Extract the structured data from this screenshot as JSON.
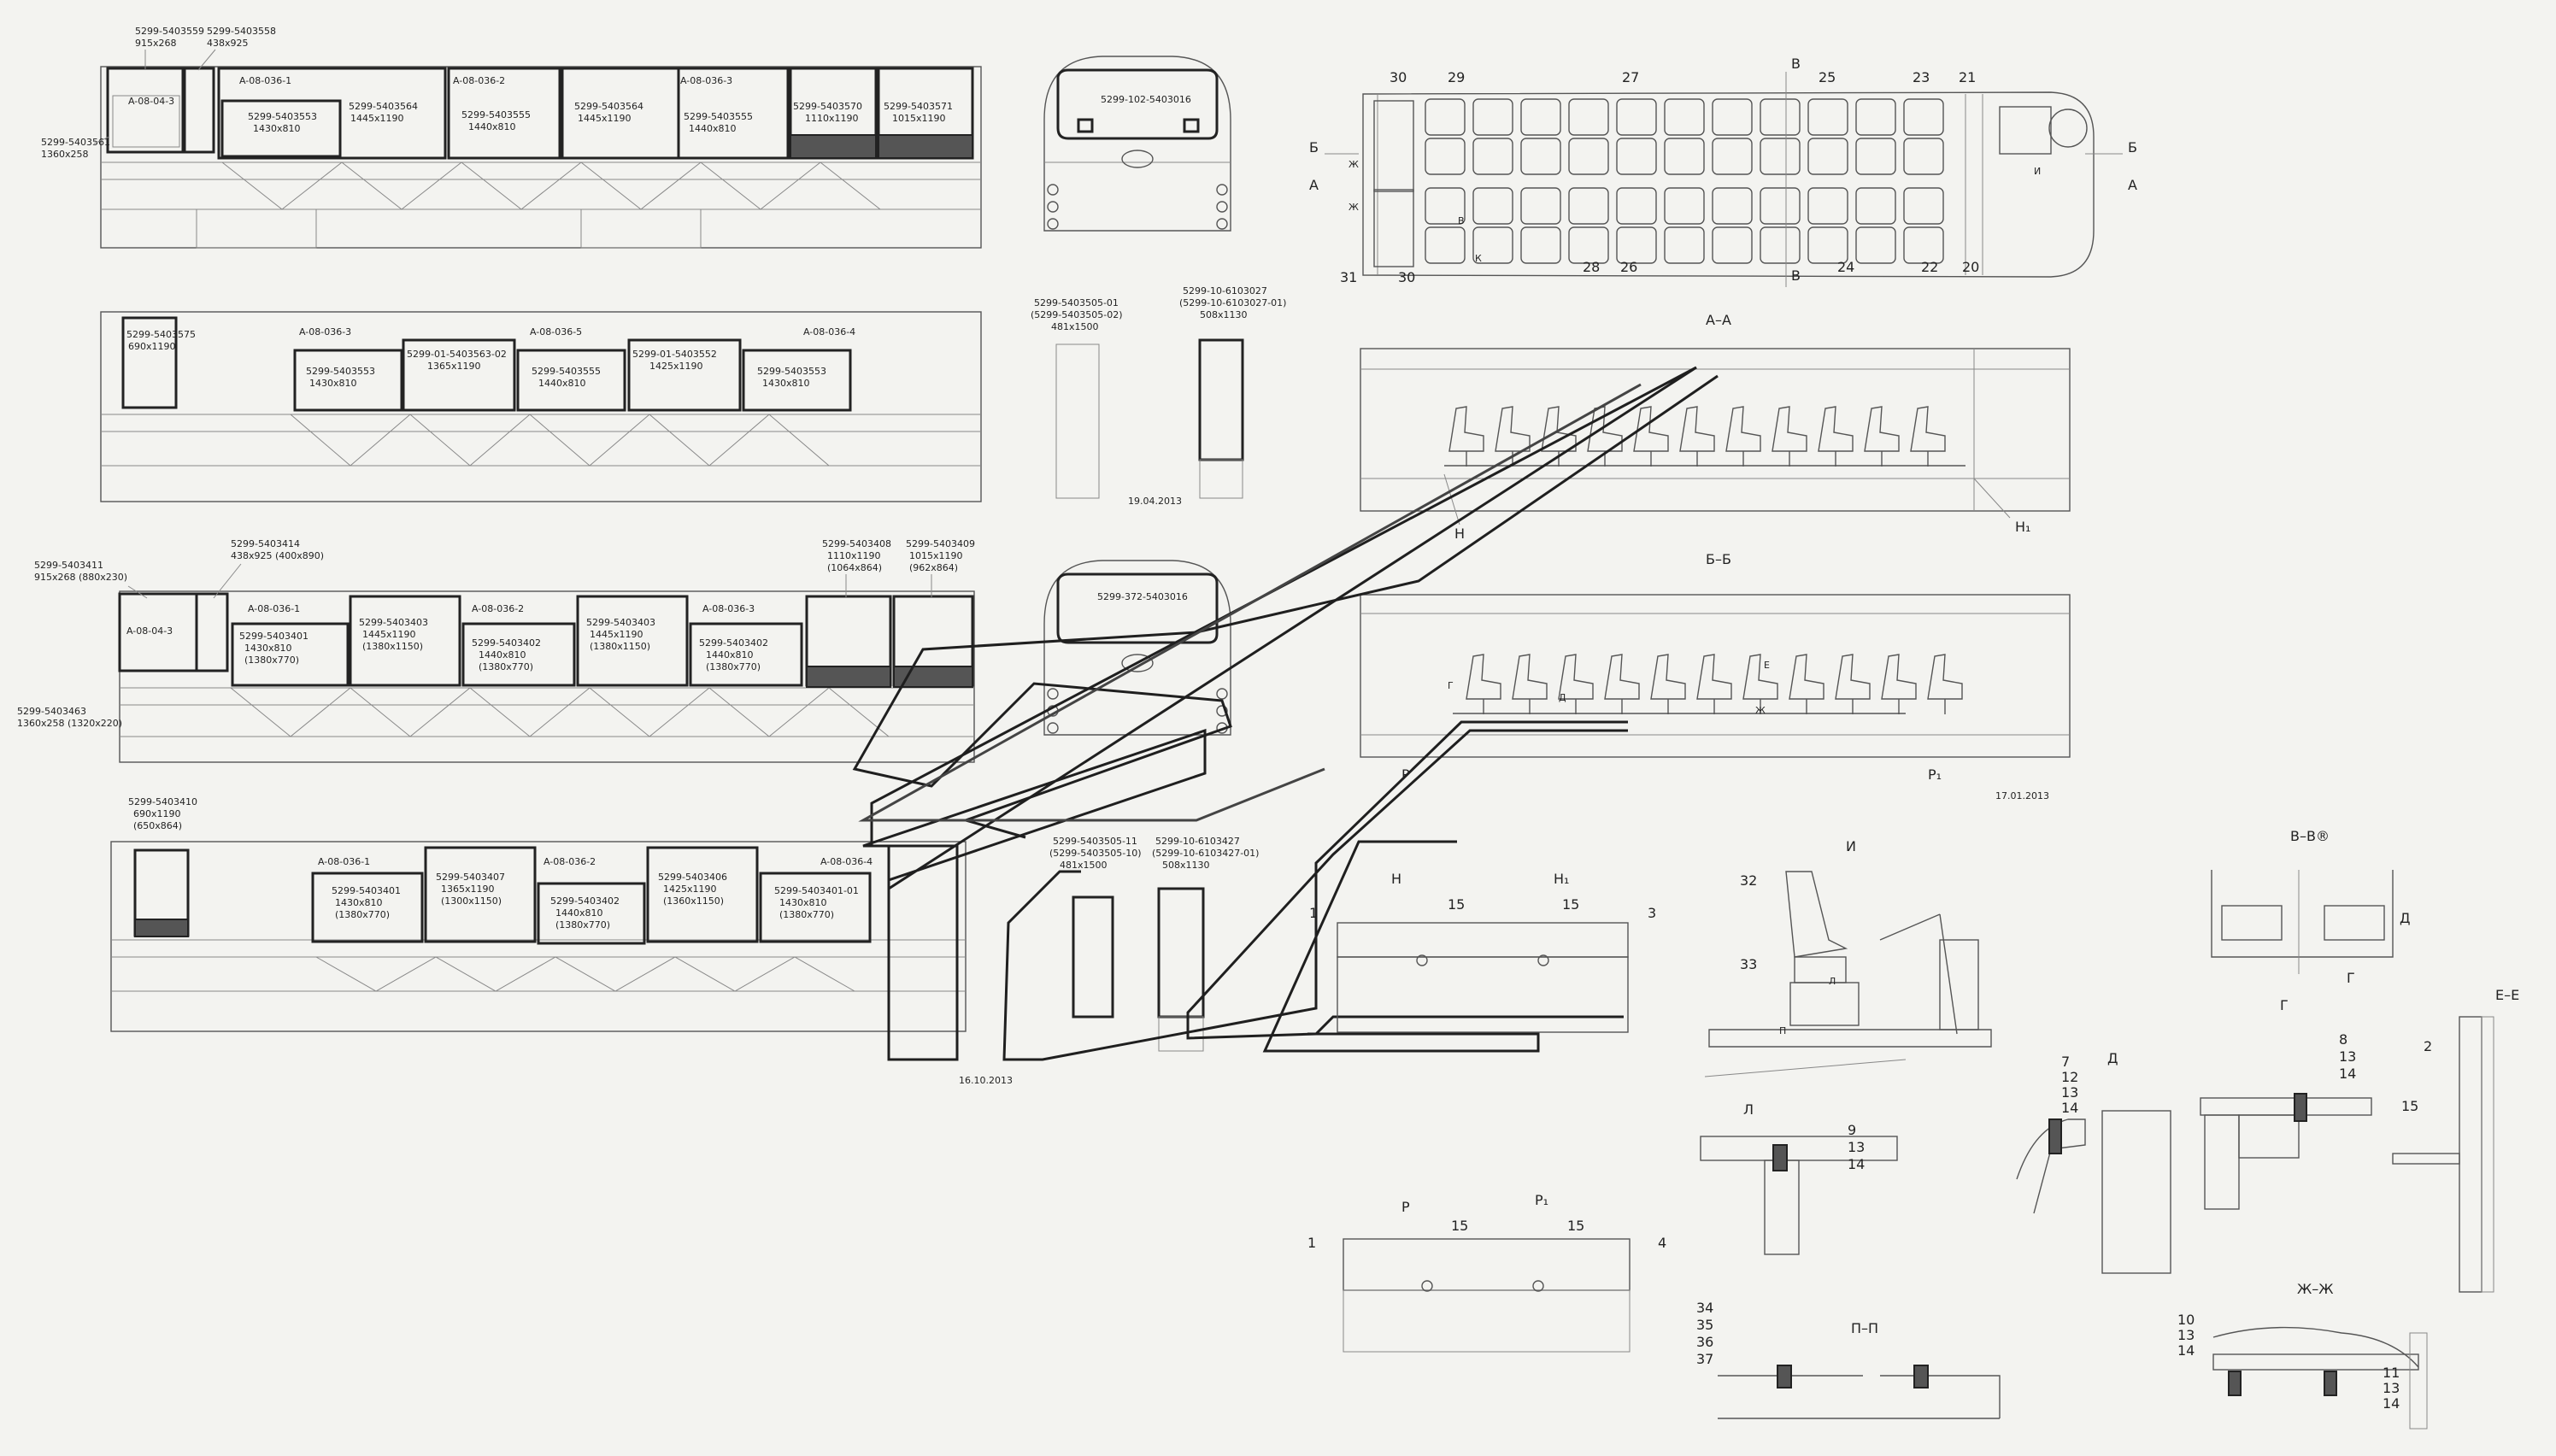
{
  "side_views": [
    {
      "name": "view-1",
      "windows": [
        {
          "code": "A-08-036-1"
        },
        {
          "code": "5299-5403553",
          "size": "1430x810"
        },
        {
          "code": "5299-5403564",
          "size": "1445x1190"
        },
        {
          "code": "A-08-036-2"
        },
        {
          "code": "5299-5403555",
          "size": "1440x810"
        },
        {
          "code": "5299-5403564",
          "size": "1445x1190"
        },
        {
          "code": "A-08-036-3"
        },
        {
          "code": "5299-5403555",
          "size": "1440x810"
        },
        {
          "code": "5299-5403570",
          "size": "1110x1190"
        },
        {
          "code": "5299-5403571",
          "size": "1015x1190"
        }
      ],
      "callouts": [
        "5299-5403559",
        "915x268",
        "5299-5403558",
        "438x925",
        "5299-5403561",
        "1360x258",
        "A-08-04-3"
      ]
    },
    {
      "name": "view-2",
      "windows": [
        {
          "code": "A-08-036-3"
        },
        {
          "code": "5299-5403553",
          "size": "1430x810"
        },
        {
          "code": "5299-01-5403563-02",
          "size": "1365x1190"
        },
        {
          "code": "A-08-036-5"
        },
        {
          "code": "5299-5403555",
          "size": "1440x810"
        },
        {
          "code": "5299-01-5403552",
          "size": "1425x1190"
        },
        {
          "code": "A-08-036-4"
        },
        {
          "code": "5299-5403553",
          "size": "1430x810"
        }
      ],
      "callouts": [
        "5299-5403575",
        "690x1190"
      ]
    },
    {
      "name": "view-3",
      "windows": [
        {
          "code": "A-08-036-1"
        },
        {
          "code": "5299-5403401",
          "size": "1430x810",
          "alt": "(1380x770)"
        },
        {
          "code": "5299-5403403",
          "size": "1445x1190",
          "alt": "(1380x1150)"
        },
        {
          "code": "A-08-036-2"
        },
        {
          "code": "5299-5403402",
          "size": "1440x810",
          "alt": "(1380x770)"
        },
        {
          "code": "5299-5403403",
          "size": "1445x1190",
          "alt": "(1380x1150)"
        },
        {
          "code": "A-08-036-3"
        },
        {
          "code": "5299-5403402",
          "size": "1440x810",
          "alt": "(1380x770)"
        }
      ],
      "callouts": [
        "5299-5403411",
        "915x268 (880x230)",
        "5299-5403414",
        "438x925 (400x890)",
        "5299-5403408",
        "1110x1190",
        "(1064x864)",
        "5299-5403409",
        "1015x1190",
        "(962x864)",
        "5299-5403463",
        "1360x258 (1320x220)",
        "A-08-04-3"
      ]
    },
    {
      "name": "view-4",
      "windows": [
        {
          "code": "A-08-036-1"
        },
        {
          "code": "5299-5403401",
          "size": "1430x810",
          "alt": "(1380x770)"
        },
        {
          "code": "5299-5403407",
          "size": "1365x1190",
          "alt": "(1300x1150)"
        },
        {
          "code": "A-08-036-2"
        },
        {
          "code": "5299-5403402",
          "size": "1440x810",
          "alt": "(1380x770)"
        },
        {
          "code": "5299-5403406",
          "size": "1425x1190",
          "alt": "(1360x1150)"
        },
        {
          "code": "A-08-036-4"
        },
        {
          "code": "5299-5403401-01",
          "size": "1430x810",
          "alt": "(1380x770)"
        }
      ],
      "callouts": [
        "5299-5403410",
        "690x1190",
        "(650x864)"
      ]
    }
  ],
  "front_views": {
    "top_label": "5299-102-5403016",
    "bottom_label": "5299-372-5403016"
  },
  "door_windows": {
    "upper": [
      "5299-5403505-01",
      "(5299-5403505-02)",
      "481x1500",
      "5299-10-6103027",
      "(5299-10-6103027-01)",
      "508x1130"
    ],
    "lower": [
      "5299-5403505-11",
      "(5299-5403505-10)",
      "481x1500",
      "5299-10-6103427",
      "(5299-10-6103427-01)",
      "508x1130"
    ]
  },
  "dates": [
    "19.04.2013",
    "17.01.2013",
    "16.10.2013"
  ],
  "plan": {
    "leaders_top": [
      "30",
      "29",
      "27",
      "25",
      "23",
      "21"
    ],
    "leaders_bottom": [
      "31",
      "30",
      "28",
      "26",
      "24",
      "22",
      "20"
    ],
    "section_marks": [
      "Б",
      "Б",
      "А",
      "А",
      "В",
      "В",
      "Ж",
      "Ж",
      "И",
      "К",
      "В"
    ]
  },
  "sections": {
    "aa": "А–А",
    "bb": "Б–Б",
    "vv": "В–В®",
    "n": "Н",
    "n1": "Н₁",
    "r": "Р",
    "r1": "Р₁",
    "g": "Г",
    "d": "Д",
    "e": "Е",
    "zh": "Ж",
    "i": "И",
    "l": "Л",
    "p": "П"
  },
  "details": {
    "n_detail": {
      "title_left": "Н",
      "title_right": "Н₁",
      "labels": [
        "1",
        "15",
        "15",
        "3"
      ]
    },
    "r_detail": {
      "title_left": "Р",
      "title_right": "Р₁",
      "labels": [
        "1",
        "15",
        "15",
        "4"
      ]
    },
    "i_detail": {
      "title": "И",
      "labels": [
        "32",
        "33",
        "Л",
        "П"
      ]
    },
    "l_detail": {
      "title": "Л",
      "labels": [
        "9",
        "13",
        "14"
      ]
    },
    "pp_detail": {
      "title": "П–П",
      "labels": [
        "34",
        "35",
        "36",
        "37"
      ]
    },
    "vv_detail": {
      "title": "В–В®",
      "labels": [
        "Д",
        "Г"
      ]
    },
    "g_detail": {
      "title": "Г",
      "labels": [
        "8",
        "13",
        "14"
      ]
    },
    "d_detail": {
      "title": "Д",
      "labels": [
        "7",
        "12",
        "13",
        "14"
      ]
    },
    "ee_detail": {
      "title": "Е–Е",
      "labels": [
        "2",
        "15"
      ]
    },
    "zhzh_detail": {
      "title": "Ж–Ж",
      "labels": [
        "10",
        "13",
        "14",
        "11",
        "13",
        "14"
      ]
    }
  }
}
